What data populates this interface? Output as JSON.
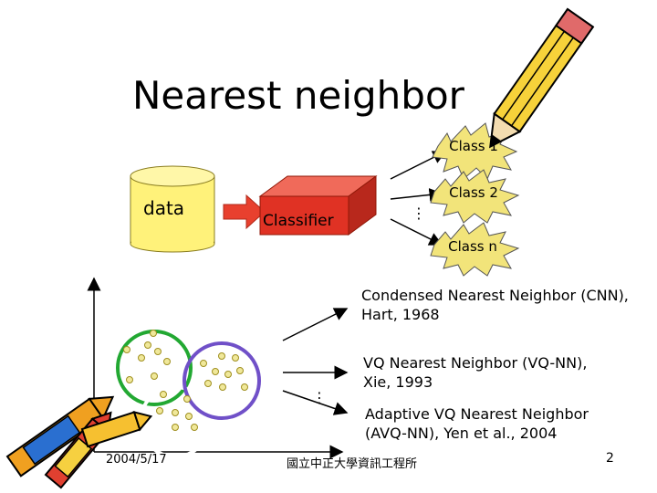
{
  "title": "Nearest neighbor",
  "data_label": "data",
  "classifier_label": "Classifier",
  "classes": [
    "Class 1",
    "Class 2",
    "Class n"
  ],
  "ellipsis_classes": "⋮",
  "ellipsis_methods": "⋮",
  "methods": [
    {
      "line1": "Condensed Nearest Neighbor (CNN),",
      "line2": "Hart, 1968"
    },
    {
      "line1": "VQ Nearest Neighbor (VQ-NN),",
      "line2": "Xie, 1993"
    },
    {
      "line1": "Adaptive VQ Nearest Neighbor",
      "line2": "(AVQ-NN), Yen et al., 2004"
    }
  ],
  "footer": {
    "date": "2004/5/17",
    "institution": "國立中正大學資訊工程所",
    "page": "2"
  },
  "cluster_colors": {
    "green": "#22a832",
    "white": "#ffffff",
    "purple": "#7050c8"
  },
  "colors": {
    "cylinder": "#fff27a",
    "arrow": "#e8402e",
    "classifier_front": "#e03224",
    "burst": "#f2e47a",
    "point_fill": "#f0e89a",
    "point_stroke": "#a09020"
  },
  "icons": [
    "pencil-icon",
    "crayon-icon"
  ]
}
